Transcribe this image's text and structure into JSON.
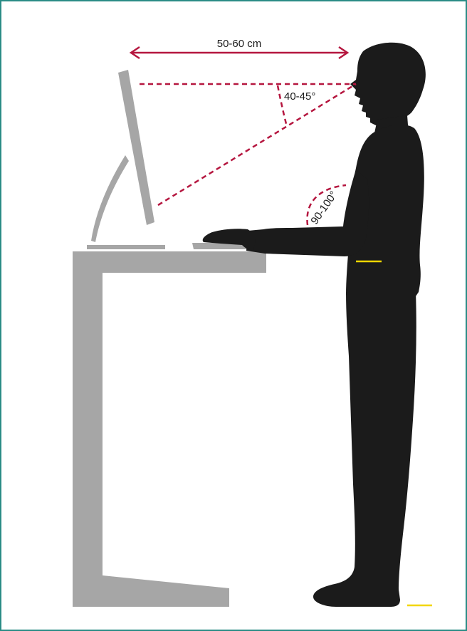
{
  "colors": {
    "frame_border": "#2a8c86",
    "background": "#ffffff",
    "furniture": "#a6a6a6",
    "silhouette": "#1b1b1b",
    "measure_line": "#b5163f",
    "marker": "#f2d600"
  },
  "labels": {
    "distance": "50-60 cm",
    "gaze_angle": "40-45°",
    "elbow_angle": "90-100°"
  },
  "icons": {
    "monitor": "monitor-icon",
    "keyboard": "keyboard-icon",
    "desk": "standing-desk-icon",
    "person": "person-silhouette-icon"
  }
}
